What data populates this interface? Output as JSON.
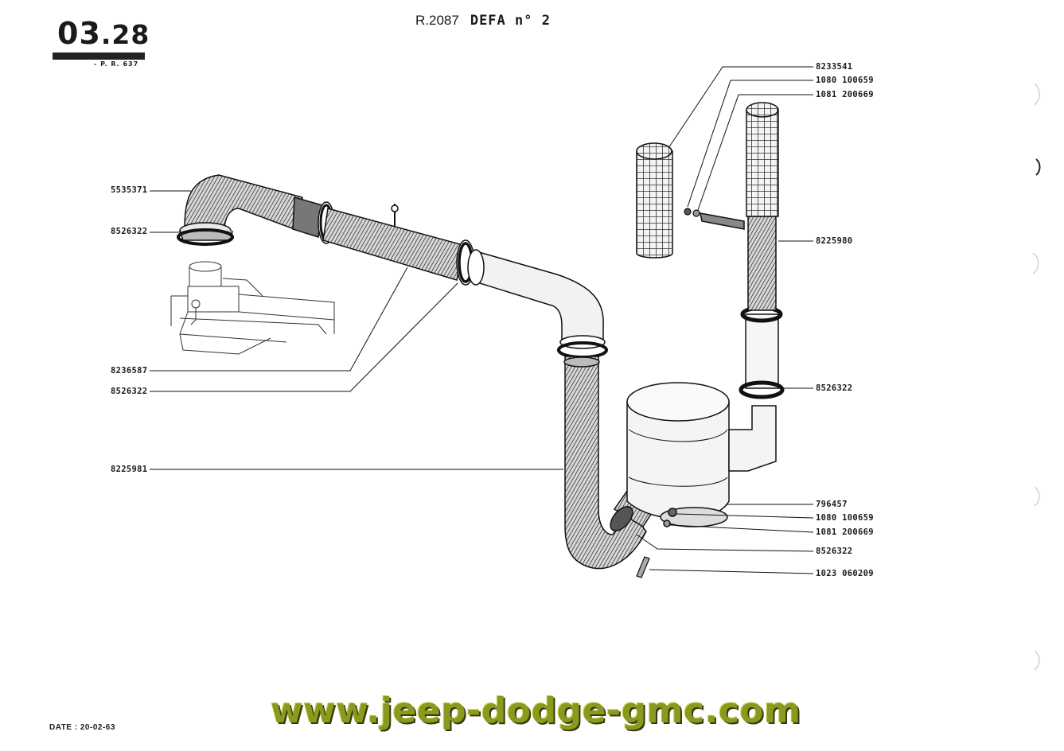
{
  "header": {
    "page_major": "03",
    "page_minor": ".28",
    "pr_reference": "- P. R. 637",
    "doc_reference": "R.2087",
    "doc_name": "DEFA n° 2"
  },
  "parts_left": [
    {
      "id": "p1",
      "label": "5535371"
    },
    {
      "id": "p2",
      "label": "8526322"
    },
    {
      "id": "p3",
      "label": "8236587"
    },
    {
      "id": "p4",
      "label": "8526322"
    },
    {
      "id": "p5",
      "label": "8225981"
    }
  ],
  "parts_right": [
    {
      "id": "r1",
      "label": "8233541"
    },
    {
      "id": "r2",
      "label": "1080 100659"
    },
    {
      "id": "r3",
      "label": "1081 200669"
    },
    {
      "id": "r4",
      "label": "8225980"
    },
    {
      "id": "r5",
      "label": "8526322"
    },
    {
      "id": "r6",
      "label": "796457"
    },
    {
      "id": "r7",
      "label": "1080 100659"
    },
    {
      "id": "r8",
      "label": "1081 200669"
    },
    {
      "id": "r9",
      "label": "8526322"
    },
    {
      "id": "r10",
      "label": "1023 060209"
    }
  ],
  "footer": {
    "date": "DATE : 20-02-63",
    "watermark": "www.jeep-dodge-gmc.com"
  },
  "colors": {
    "ink": "#1a1a1a",
    "watermark": "#8a9a1e"
  }
}
